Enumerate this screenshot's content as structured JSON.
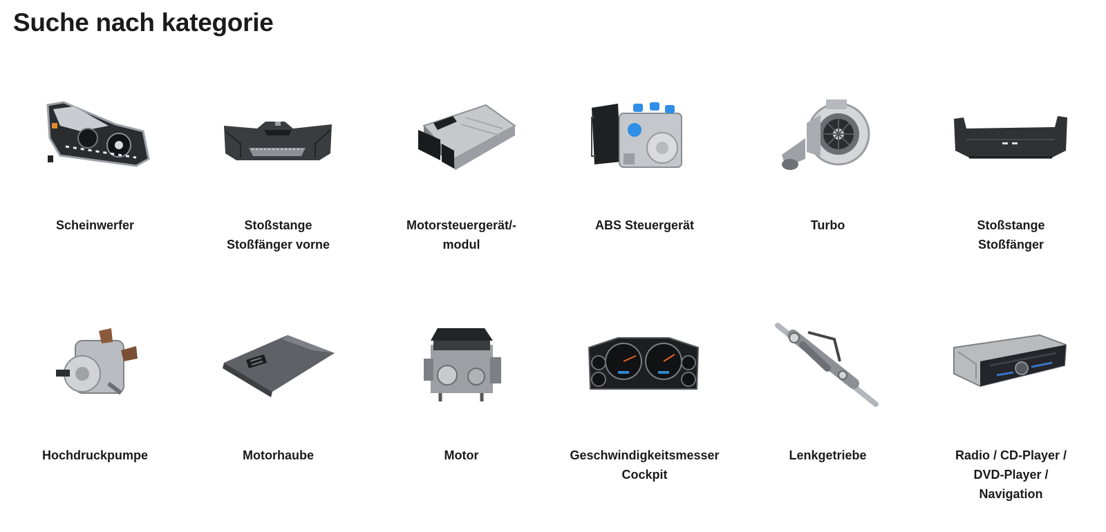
{
  "page": {
    "title": "Suche nach kategorie"
  },
  "categories": [
    {
      "icon": "headlight-icon",
      "lines": [
        "Scheinwerfer"
      ]
    },
    {
      "icon": "front-bumper-icon",
      "lines": [
        "Stoßstange",
        "Stoßfänger vorne"
      ]
    },
    {
      "icon": "ecu-module-icon",
      "lines": [
        "Motorsteuergerät/-",
        "modul"
      ]
    },
    {
      "icon": "abs-unit-icon",
      "lines": [
        "ABS Steuergerät"
      ]
    },
    {
      "icon": "turbo-icon",
      "lines": [
        "Turbo"
      ]
    },
    {
      "icon": "rear-bumper-icon",
      "lines": [
        "Stoßstange",
        "Stoßfänger"
      ]
    },
    {
      "icon": "high-pressure-pump-icon",
      "lines": [
        "Hochdruckpumpe"
      ]
    },
    {
      "icon": "hood-icon",
      "lines": [
        "Motorhaube"
      ]
    },
    {
      "icon": "engine-icon",
      "lines": [
        "Motor"
      ]
    },
    {
      "icon": "speedometer-cluster-icon",
      "lines": [
        "Geschwindigkeitsmesser",
        "Cockpit"
      ]
    },
    {
      "icon": "steering-gear-icon",
      "lines": [
        "Lenkgetriebe"
      ]
    },
    {
      "icon": "car-radio-icon",
      "lines": [
        "Radio / CD-Player /",
        "DVD-Player /",
        "Navigation"
      ]
    }
  ]
}
